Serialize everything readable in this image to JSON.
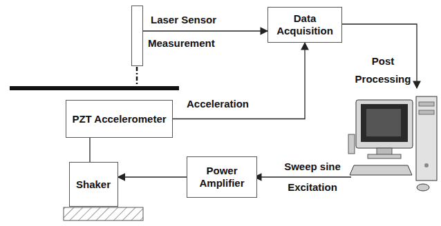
{
  "diagram": {
    "nodes": [
      {
        "text": [
          "Laser Sensor"
        ]
      },
      {
        "text": [
          "Data Acquisition"
        ]
      },
      {
        "text": [
          "PZT Accelerometer"
        ]
      },
      {
        "text": [
          "Shaker"
        ]
      },
      {
        "text": [
          "Power Amplifier"
        ]
      }
    ],
    "edges": [
      {
        "from": 0,
        "to": 1,
        "arrow": "to",
        "label": "Measurement"
      },
      {
        "from": 2,
        "to": 1,
        "arrow": "to",
        "label": "Acceleration"
      },
      {
        "from": 2,
        "to": 3,
        "arrow": "none"
      },
      {
        "from": 4,
        "to": 3,
        "arrow": "to"
      }
    ],
    "labels": [
      "Post Processing",
      "Sweep sine Excitation"
    ]
  }
}
